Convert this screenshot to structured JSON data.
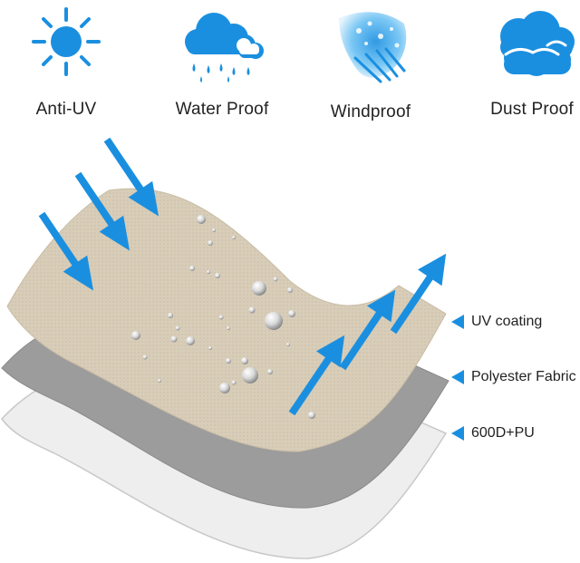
{
  "features": [
    {
      "label": "Anti-UV",
      "icon": "sun-icon"
    },
    {
      "label": "Water Proof",
      "icon": "rain-cloud-icon"
    },
    {
      "label": "Windproof",
      "icon": "wind-icon"
    },
    {
      "label": "Dust Proof",
      "icon": "dust-cloud-icon"
    }
  ],
  "layers": [
    {
      "label": "UV coating"
    },
    {
      "label": "Polyester Fabric"
    },
    {
      "label": "600D+PU"
    }
  ],
  "colors": {
    "accent": "#1a8fe0",
    "fabric_top": "#d8cdb8",
    "fabric_middle": "#9c9c9c",
    "fabric_bottom": "#eeeeee"
  }
}
